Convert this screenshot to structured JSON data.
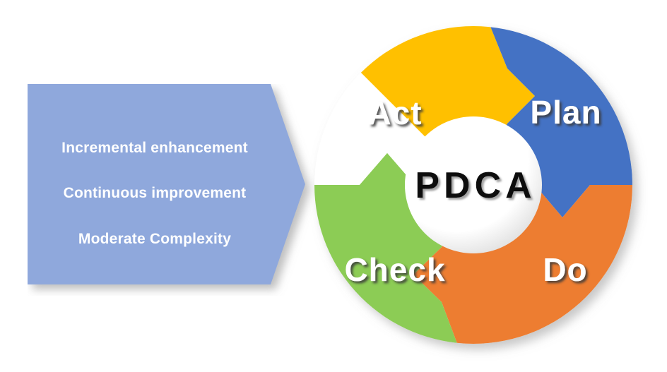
{
  "diagram": {
    "title": "PDCA",
    "center_label": "PDCA",
    "background_color": "#FFFFFF"
  },
  "callout": {
    "shape": "right-pointing-arrow-pentagon",
    "fill_color": "#8FA8DC",
    "text_color": "#FFFFFF",
    "lines": [
      {
        "text": "Incremental enhancement"
      },
      {
        "text": "Continuous improvement"
      },
      {
        "text": "Moderate Complexity"
      }
    ]
  },
  "wheel": {
    "type": "cycle",
    "inner_fill": "#FFFFFF",
    "segments": [
      {
        "label": "Plan",
        "color": "#4472C4",
        "position": "top-right"
      },
      {
        "label": "Do",
        "color": "#ED7D31",
        "position": "bottom-right"
      },
      {
        "label": "Check",
        "color": "#8CCC55",
        "position": "bottom-left"
      },
      {
        "label": "Act",
        "color": "#FFC000",
        "position": "top-left"
      }
    ]
  }
}
